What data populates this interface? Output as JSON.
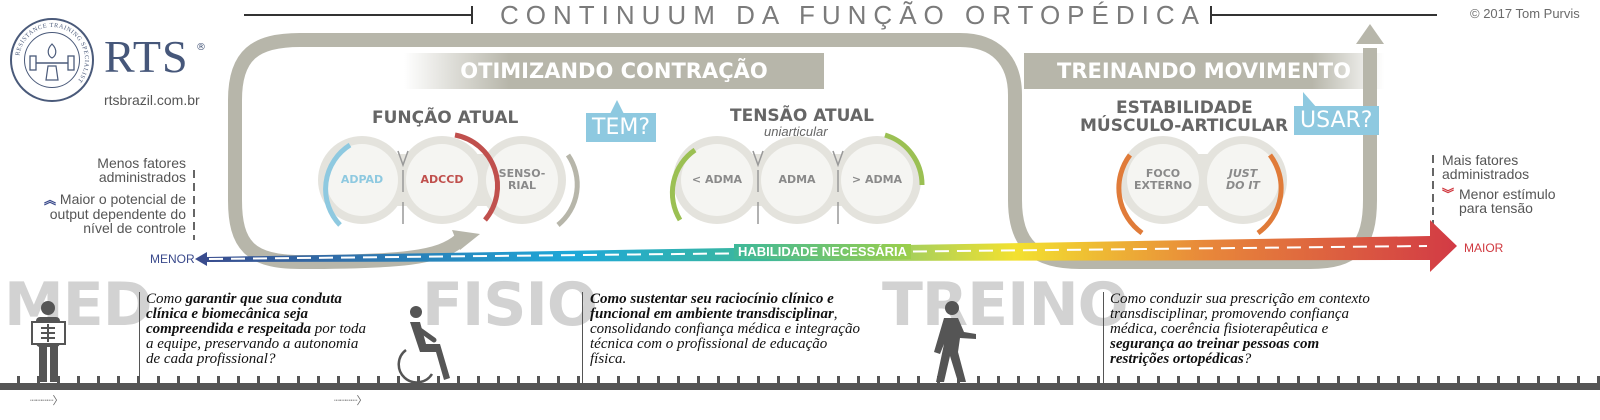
{
  "header": {
    "title": "CONTINUUM DA FUNÇÃO ORTOPÉDICA",
    "copyright": "© 2017 Tom Purvis"
  },
  "logo": {
    "brand": "RTS",
    "registered": "®",
    "ring_text": "RESISTANCE TRAINING SPECIALIST",
    "url": "rtsbrazil.com.br"
  },
  "sections": {
    "left_banner": "OTIMIZANDO CONTRAÇÃO",
    "right_banner": "TREINANDO MOVIMENTO"
  },
  "groups": {
    "funcao": {
      "title": "FUNÇÃO ATUAL",
      "nodes": [
        "ADPAD",
        "ADCCD",
        "SENSO-\nRIAL"
      ],
      "colors": [
        "#8ec9e0",
        "#c0504d",
        "#b7b6aa"
      ]
    },
    "tensao": {
      "title": "TENSÃO ATUAL",
      "subtitle": "uniarticular",
      "nodes": [
        "< ADMA",
        "ADMA",
        "> ADMA"
      ],
      "color": "#9bc053"
    },
    "estabilidade": {
      "title_line1": "ESTABILIDADE",
      "title_line2": "MÚSCULO-ARTICULAR",
      "nodes": [
        "FOCO\nEXTERNO",
        "JUST\nDO IT"
      ],
      "color": "#e07b39"
    }
  },
  "callouts": {
    "tem": "TEM?",
    "usar": "USAR?"
  },
  "left_note": {
    "line1": "Menos fatores",
    "line2": "administrados",
    "detail_1": "Maior o potencial de",
    "detail_2": "output dependente do",
    "detail_3": "nível de controle",
    "icon": "double-chevron-up-icon",
    "icon_color": "#3a4a8c"
  },
  "right_note": {
    "line1": "Mais fatores",
    "line2": "administrados",
    "detail_1": "Menor estímulo",
    "detail_2": "para tensão",
    "icon": "double-chevron-down-icon",
    "icon_color": "#d0383f"
  },
  "scale": {
    "min_label": "MENOR",
    "max_label": "MAIOR",
    "center_label": "HABILIDADE NECESSÁRIA",
    "gradient": [
      "#3a4a8c",
      "#1ea8d8",
      "#3db89a",
      "#f3e12f",
      "#f0a030",
      "#d23a45"
    ],
    "min_color": "#3a4a8c",
    "max_color": "#d0383f"
  },
  "roles": [
    {
      "label": "MED",
      "icon": "xray-person-icon",
      "question_parts": [
        {
          "text": "Como ",
          "bold": false
        },
        {
          "text": "garantir que sua conduta clínica e biomecânica seja compreendida e respeitada",
          "bold": true
        },
        {
          "text": " por toda a equipe, preservando a autonomia de cada profissional?",
          "bold": false
        }
      ]
    },
    {
      "label": "FISIO",
      "icon": "wheelchair-icon",
      "question_parts": [
        {
          "text": "Como sustentar seu raciocínio clínico e funcional em ambiente transdisciplinar",
          "bold": true
        },
        {
          "text": ", consolidando confiança médica e integração técnica com o profissional de educação física.",
          "bold": false
        }
      ]
    },
    {
      "label": "TREINO",
      "icon": "walking-person-icon",
      "question_parts": [
        {
          "text": "Como conduzir sua prescrição em contexto transdisciplinar, promovendo confiança médica, coerência fisioterapêutica e ",
          "bold": false
        },
        {
          "text": "segurança ao treinar pessoas com restrições ortopédicas",
          "bold": true
        },
        {
          "text": "?",
          "bold": false
        }
      ]
    }
  ],
  "colors": {
    "loop_gray": "#b7b6aa",
    "callout_blue": "#8ec9e0",
    "text_gray": "#666666",
    "big_word_gray": "#d2d2d2",
    "track": "#555555"
  }
}
